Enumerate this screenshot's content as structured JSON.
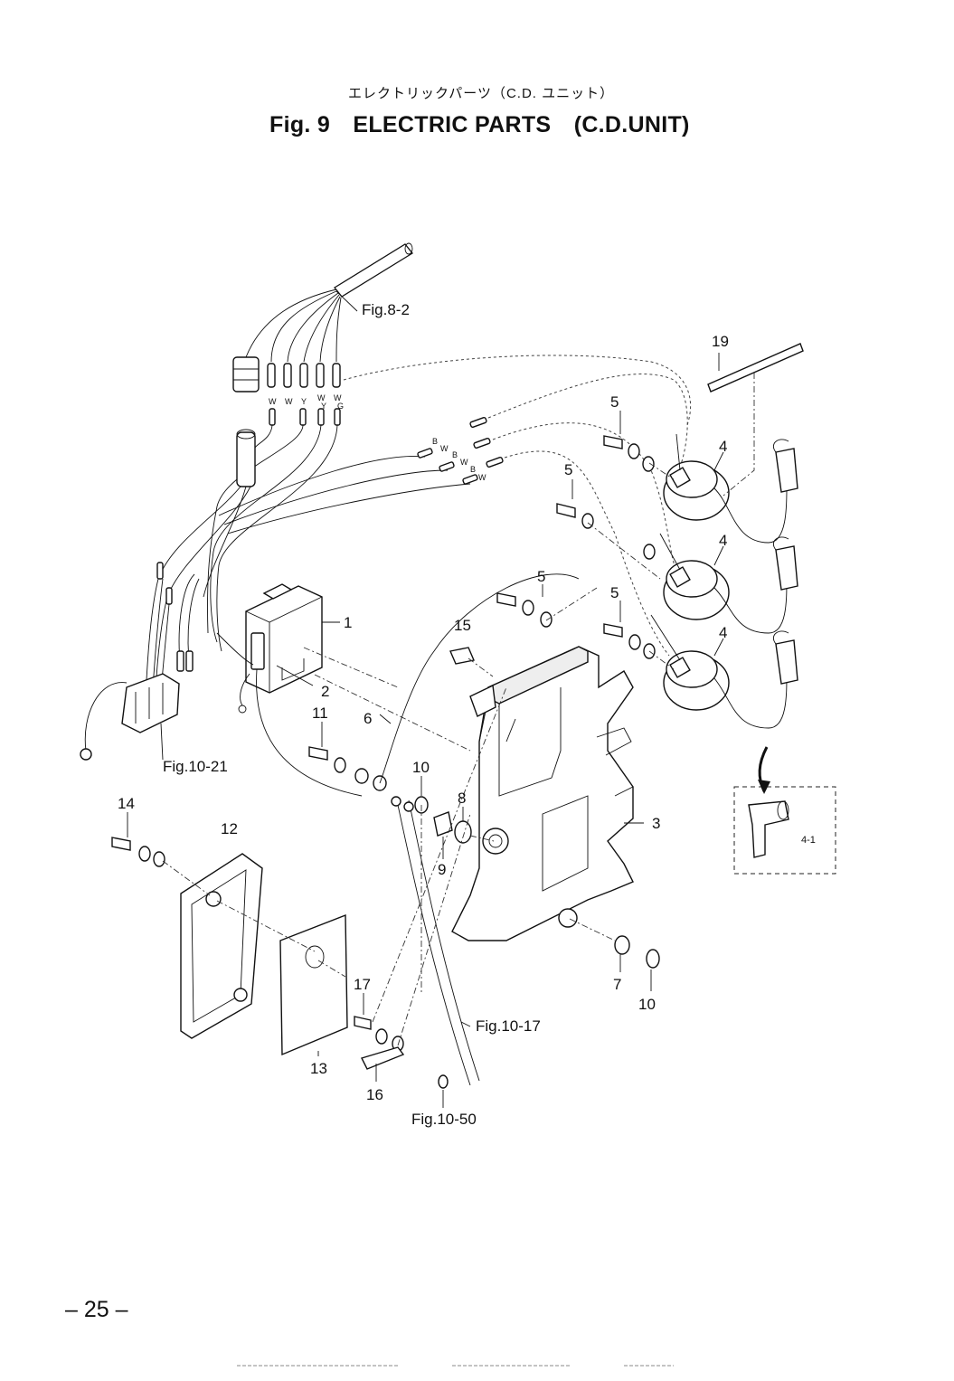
{
  "header": {
    "subtitle": "エレクトリックパーツ（C.D. ユニット）",
    "title": "Fig. 9　ELECTRIC PARTS　(C.D.UNIT)"
  },
  "callouts": [
    "1",
    "2",
    "3",
    "4",
    "4",
    "4",
    "5",
    "5",
    "5",
    "5",
    "6",
    "7",
    "8",
    "9",
    "10",
    "10",
    "11",
    "12",
    "13",
    "14",
    "15",
    "16",
    "17",
    "19"
  ],
  "detail_callout": "4-1",
  "references": [
    "Fig.8-2",
    "Fig.10-21",
    "Fig.10-17",
    "Fig.10-50"
  ],
  "wire_labels": {
    "connector_top": [
      "W",
      "W",
      "Y",
      "W",
      "W"
    ],
    "connector_top_sub": [
      "",
      "",
      "",
      "Y",
      "G"
    ],
    "harness_right": [
      "B",
      "W",
      "B",
      "W",
      "B",
      "W"
    ]
  },
  "footer": {
    "page_number": "– 25 –"
  }
}
